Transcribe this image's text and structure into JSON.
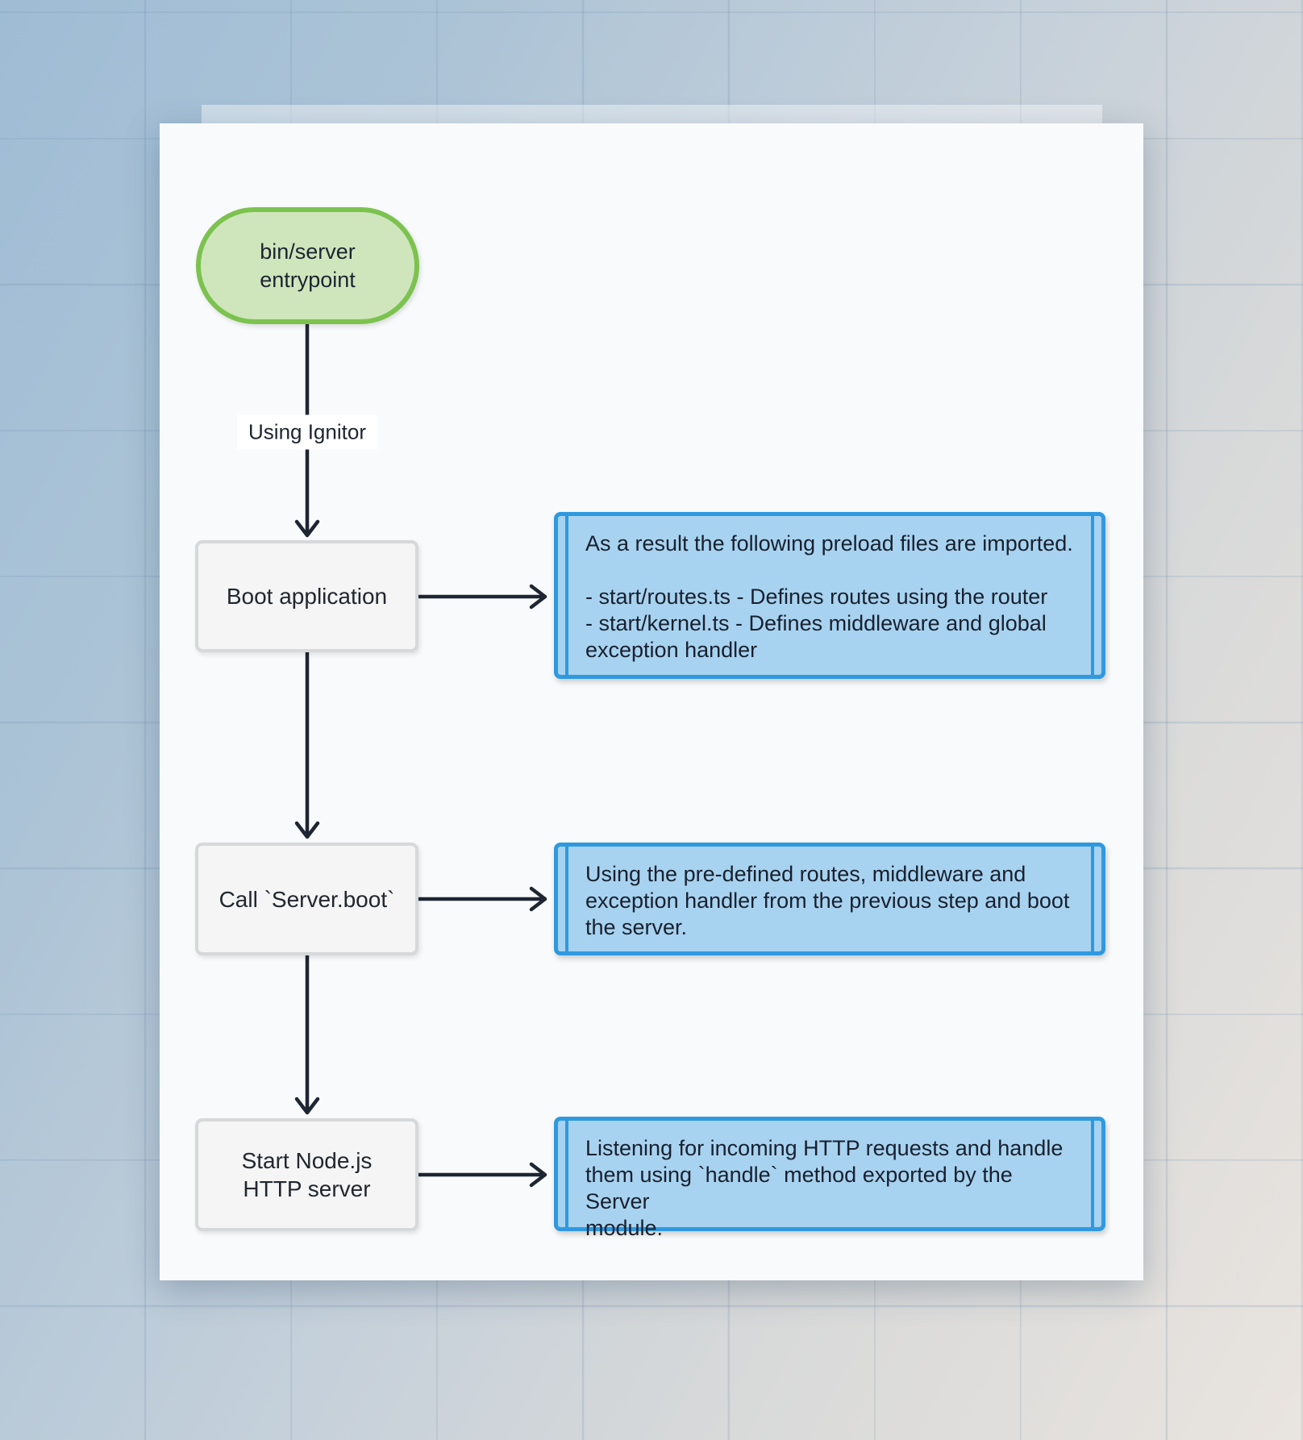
{
  "diagram": {
    "start_node": {
      "label": "bin/server\nentrypoint"
    },
    "edge_label": "Using Ignitor",
    "steps": [
      {
        "label": "Boot application",
        "note": "As a result the following preload files are imported.\n\n- start/routes.ts - Defines routes using the router\n- start/kernel.ts - Defines middleware and global\nexception handler"
      },
      {
        "label": "Call `Server.boot`",
        "note": "Using the pre-defined routes, middleware and\nexception handler from the previous step and boot\nthe server."
      },
      {
        "label": "Start Node.js\nHTTP server",
        "note": "Listening for incoming HTTP requests and handle\nthem using `handle` method exported by the Server\nmodule."
      }
    ],
    "colors": {
      "start_fill": "#cfe6bc",
      "start_border": "#7cc24f",
      "note_fill": "#a8d3f0",
      "note_border": "#2f99e0",
      "box_fill": "#f4f5f4",
      "box_border": "#d6d8d9",
      "arrow": "#1e2533",
      "text": "#1d2433",
      "page_bg": "#f8fafb"
    }
  }
}
